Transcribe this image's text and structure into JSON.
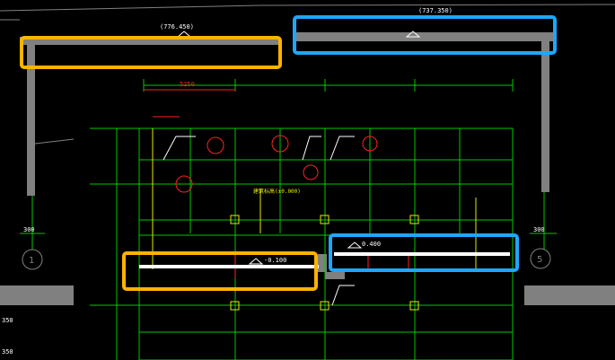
{
  "colors": {
    "background": "#000000",
    "wall": "#808080",
    "grid": "#00c800",
    "text": "#ffffff",
    "dim": "#ff2020",
    "yellow": "#e8e800",
    "highlight_orange": "#ffb300",
    "highlight_blue": "#1ea7ff"
  },
  "labels": {
    "elev_left": "(776.450)",
    "elev_right": "(737.350)",
    "elev_mid": "-0.100",
    "elev_right_beam": "0.400",
    "dim_top": "5250",
    "dim_300_left": "300",
    "dim_300_right": "300",
    "axis_left": "1",
    "axis_right": "5",
    "side_350_a": "350",
    "side_350_b": "350",
    "center_label": "建筑标高(±0.000)"
  },
  "icons": {
    "axis_bubble_left": "grid-axis-bubble-icon",
    "axis_bubble_right": "grid-axis-bubble-icon",
    "elevation_marker": "elevation-triangle-icon"
  }
}
